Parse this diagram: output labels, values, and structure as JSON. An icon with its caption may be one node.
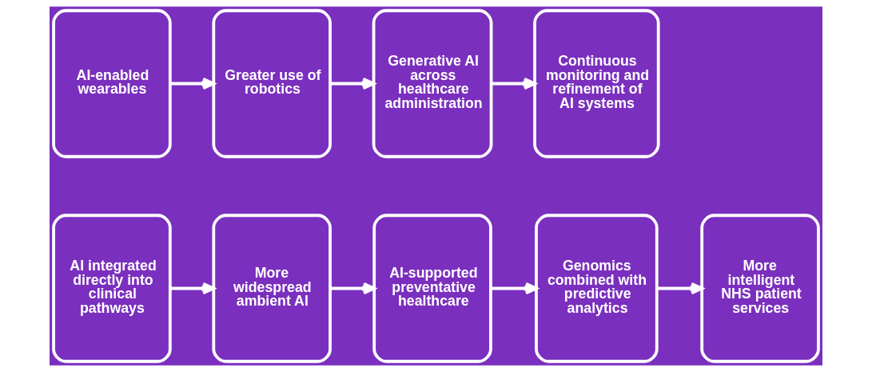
{
  "diagram": {
    "nodes": [
      {
        "text": [
          "AI integrated directly into clinical pathways"
        ]
      },
      {
        "text": [
          "More widespread ambient AI"
        ]
      },
      {
        "text": [
          "AI-supported preventative healthcare"
        ]
      },
      {
        "text": [
          "Genomics combined with predictive analytics"
        ]
      },
      {
        "text": [
          "More intelligent NHS patient services"
        ]
      },
      {
        "text": [
          "AI-enabled wearables"
        ]
      },
      {
        "text": [
          "Greater use of robotics"
        ]
      },
      {
        "text": [
          "Generative AI across healthcare administration"
        ]
      },
      {
        "text": [
          "Continuous monitoring and refinement of AI systems"
        ]
      }
    ],
    "edges": [
      {
        "from": 0,
        "to": 1,
        "arrow": "to"
      },
      {
        "from": 1,
        "to": 2,
        "arrow": "to"
      },
      {
        "from": 2,
        "to": 3,
        "arrow": "to"
      },
      {
        "from": 3,
        "to": 4,
        "arrow": "to"
      },
      {
        "from": 5,
        "to": 6,
        "arrow": "to"
      },
      {
        "from": 6,
        "to": 7,
        "arrow": "to"
      },
      {
        "from": 7,
        "to": 8,
        "arrow": "to"
      }
    ]
  }
}
